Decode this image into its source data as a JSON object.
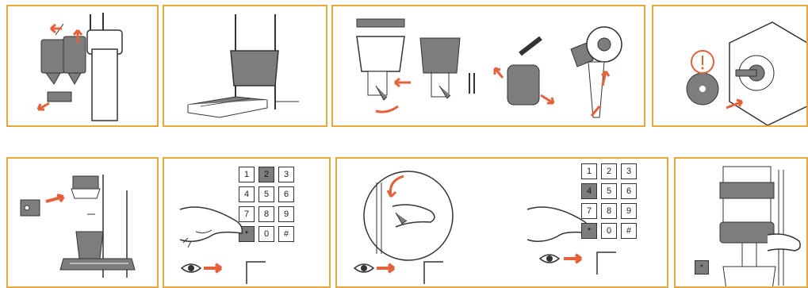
{
  "colors": {
    "frame": "#e8a93a",
    "arrow": "#e3623a",
    "part_gray": "#7d7d7d",
    "line": "#333333"
  },
  "keypads": [
    {
      "keys": [
        "1",
        "2",
        "3",
        "4",
        "5",
        "6",
        "7",
        "8",
        "9",
        "*",
        "0",
        "#"
      ],
      "highlighted": [
        "2",
        "*"
      ]
    },
    {
      "keys": [
        "1",
        "2",
        "3",
        "4",
        "5",
        "6",
        "7",
        "8",
        "9",
        "*",
        "0",
        "#"
      ],
      "highlighted": [
        "4",
        "*"
      ]
    }
  ],
  "final_key": {
    "label": "*"
  }
}
